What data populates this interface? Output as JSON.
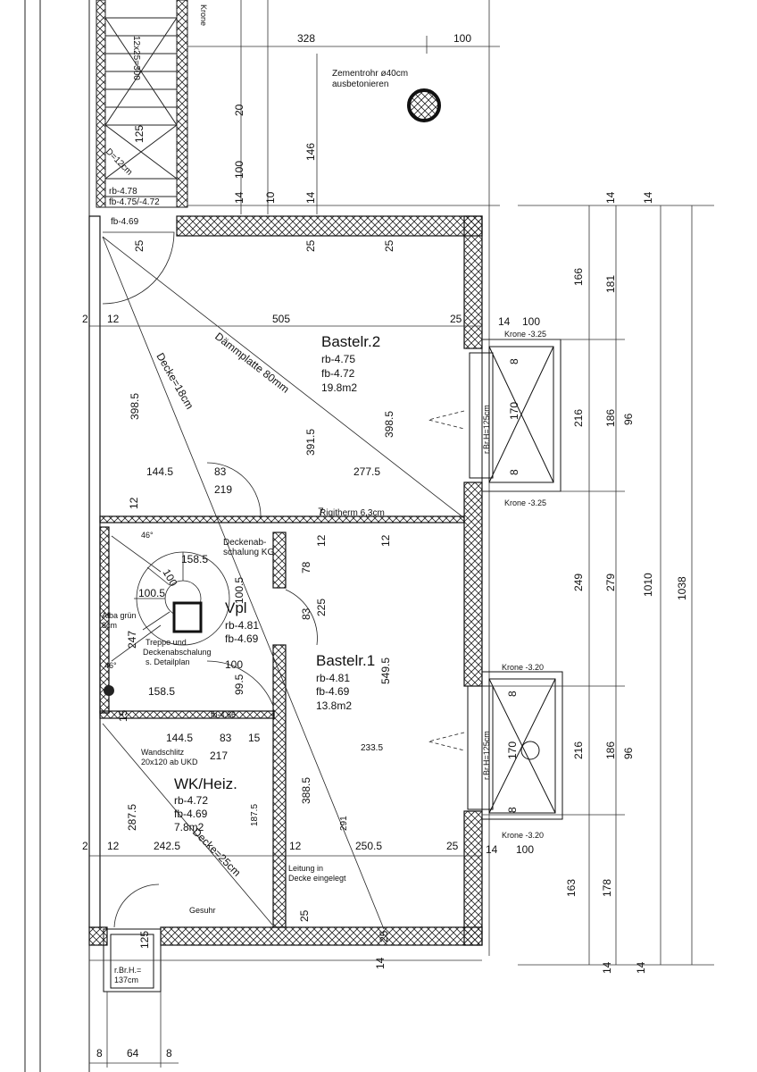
{
  "rooms": {
    "bastelr2": {
      "name": "Bastelr.2",
      "rb": "rb-4.75",
      "fb": "fb-4.72",
      "area": "19.8m2"
    },
    "bastelr1": {
      "name": "Bastelr.1",
      "rb": "rb-4.81",
      "fb": "fb-4.69",
      "area": "13.8m2"
    },
    "vpl": {
      "name": "Vpl",
      "rb": "rb-4.81",
      "fb": "fb-4.69"
    },
    "wkheiz": {
      "name": "WK/Heiz.",
      "rb": "rb-4.72",
      "fb": "fb-4.69",
      "area": "7.8m2"
    }
  },
  "notes": {
    "zement_1": "Zementrohr ø40cm",
    "zement_2": "ausbetonieren",
    "daemmplatte": "Dämmplatte 80mm",
    "decke18": "Decke=18cm",
    "decke25": "Decke=25cm",
    "rigitherm": "Rigitherm 6,3cm",
    "deckenab_1": "Deckenab-",
    "deckenab_2": "schalung KG",
    "treppe_1": "Treppe und",
    "treppe_2": "Deckenabschalung",
    "treppe_3": "s. Detailplan",
    "alba_1": "Alba grün",
    "alba_2": "8cm",
    "wandschlitz_1": "Wandschlitz",
    "wandschlitz_2": "20x120 ab UKD",
    "leitung_1": "Leitung in",
    "leitung_2": "Decke eingelegt",
    "gesuhr": "Gesuhr",
    "krone_325_top": "Krone -3.25",
    "krone_325_bot": "Krone -3.25",
    "krone_320_top": "Krone -3.20",
    "krone_320_bot": "Krone -3.20",
    "brh125_a": "r.Br.H=125cm",
    "brh125_b": "r.Br.H=125cm",
    "brh137_1": "r.Br.H.=",
    "brh137_2": "137cm",
    "stair_rb": "rb-4.78",
    "stair_fb": "fb-4.75/-4.72",
    "fb469_top": "fb-4.69",
    "fb466": "fb-4.66",
    "d12cm": "D=12cm",
    "stair_run": "12x25=300",
    "krone_top": "Krone"
  },
  "dimensions": {
    "d328": "328",
    "d100_top": "100",
    "d20": "20",
    "d125": "125",
    "d100_v": "100",
    "d14_a": "14",
    "d10": "10",
    "d146": "146",
    "d14_b": "14",
    "d25_a": "25",
    "d25_b": "25",
    "d25_c": "25",
    "d2_top": "2",
    "d12_top": "12",
    "d505": "505",
    "d25_r": "25",
    "d14_r": "14",
    "d100_r": "100",
    "d3985_l": "398.5",
    "d3915": "391.5",
    "d3985_r": "398.5",
    "d1445_top": "144.5",
    "d83_top": "83",
    "d219": "219",
    "d2775": "277.5",
    "d12_l": "12",
    "d7": "7",
    "d12_m": "12",
    "d12_r": "12",
    "d1585_top": "158.5",
    "d1005_v": "100.5",
    "d100_s": "100",
    "d1005_h": "100.5",
    "d78": "78",
    "d83_v": "83",
    "d225": "225",
    "d247": "247",
    "d100_m": "100",
    "d995": "99.5",
    "d1585_bot": "158.5",
    "d5495": "549.5",
    "d15_a": "15",
    "d1445_bot": "144.5",
    "d83_bot": "83",
    "d15_b": "15",
    "d217": "217",
    "d2335": "233.5",
    "d3885": "388.5",
    "d2875": "287.5",
    "d1875": "187.5",
    "d291": "291",
    "d2_bot": "2",
    "d12_bot": "12",
    "d2425": "242.5",
    "d12_b2": "12",
    "d2505": "250.5",
    "d25_b2": "25",
    "d14_b2": "14",
    "d100_b2": "100",
    "d125_s": "125",
    "d25_s": "25",
    "d25_bb": "25",
    "d14_bb": "14",
    "d8_a": "8",
    "d64": "64",
    "d8_b": "8",
    "r14_a": "14",
    "r14_b": "14",
    "r166": "166",
    "r181": "181",
    "r216_a": "216",
    "r186_a": "186",
    "r96_a": "96",
    "r249": "249",
    "r279": "279",
    "r1010": "1010",
    "r1038": "1038",
    "r216_b": "216",
    "r186_b": "186",
    "r96_b": "96",
    "r163": "163",
    "r178": "178",
    "r14_c": "14",
    "r14_d": "14",
    "w8_a": "8",
    "w8_b": "8",
    "w8_c": "8",
    "w8_d": "8",
    "w170_a": "170",
    "w170_b": "170",
    "a46_a": "46°",
    "a46_b": "46°"
  }
}
